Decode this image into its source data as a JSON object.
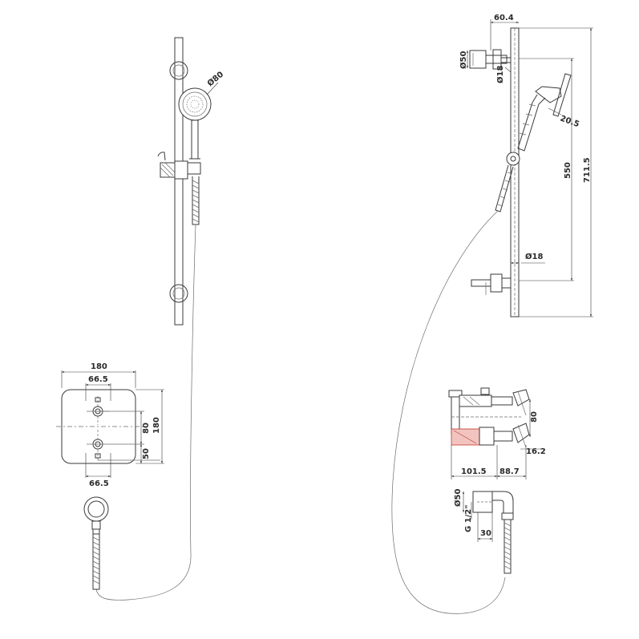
{
  "dimensions": {
    "shower_head_diameter": "Ø80",
    "valve_width": "180",
    "valve_height": "180",
    "valve_centers_top": "66.5",
    "valve_centers_bottom": "66.5",
    "valve_spacing": "80",
    "valve_offset": "50",
    "rail_offset": "60.4",
    "bracket_diameter": "Ø50",
    "rail_diameter_top": "Ø18",
    "head_angle": "20.5",
    "bracket_span": "550",
    "rail_total": "711.5",
    "rail_diameter_bottom": "Ø18",
    "side_valve_spacing": "80",
    "side_valve_depth": "16.2",
    "side_valve_left": "101.5",
    "side_valve_right": "88.7",
    "outlet_diameter": "Ø50",
    "outlet_thread": "G 1/2\"",
    "outlet_depth": "30"
  }
}
